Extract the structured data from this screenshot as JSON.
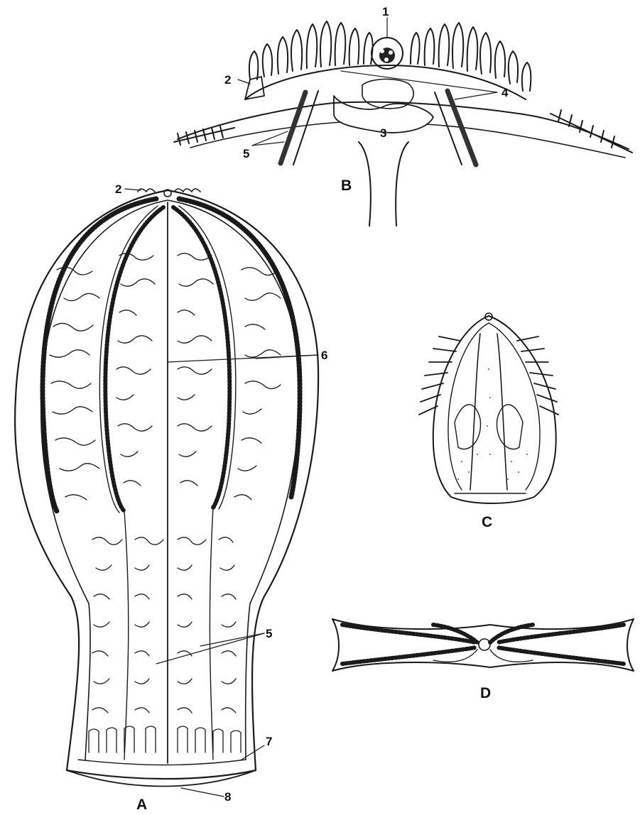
{
  "figure": {
    "panels": {
      "a": "A",
      "b": "B",
      "c": "C",
      "d": "D"
    },
    "labels": {
      "l1": "1",
      "l2_b": "2",
      "l2_a": "2",
      "l3": "3",
      "l4": "4",
      "l5_b": "5",
      "l5_a": "5",
      "l6": "6",
      "l7": "7",
      "l8": "8"
    }
  }
}
